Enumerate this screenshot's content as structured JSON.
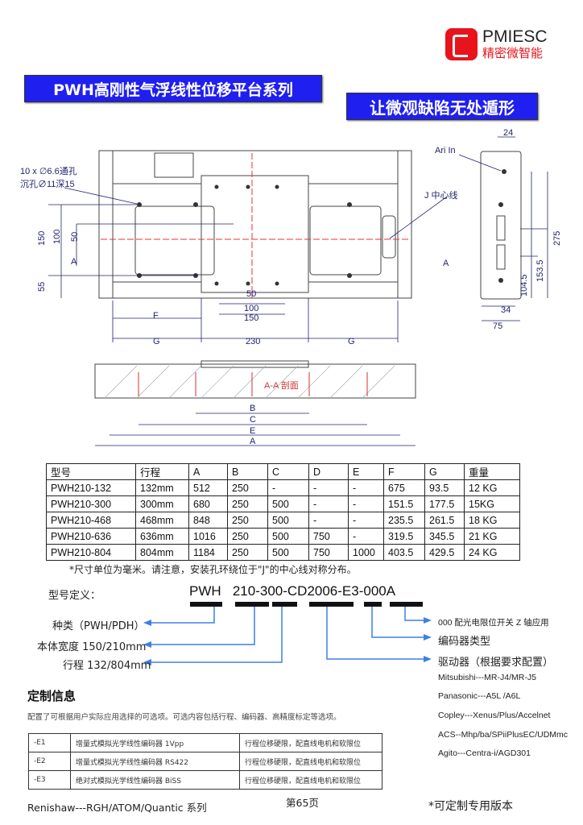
{
  "logo": {
    "brand": "PMIESC",
    "brand_cn": "精密微智能"
  },
  "banners": {
    "title": "PWH高刚性气浮线性位移平台系列",
    "slogan": "让微观缺陷无处遁形"
  },
  "drawing": {
    "hole_note1": "10 x ∅6.6通孔",
    "hole_note2": "沉孔∅11深15",
    "air_in": "Ari  In",
    "center_line": "J 中心线",
    "dims": {
      "d24": "24",
      "d150": "150",
      "d100": "100",
      "d50": "50",
      "dA": "A",
      "d55": "55",
      "c50": "50",
      "c100": "100",
      "c150": "150",
      "F": "F",
      "G1": "G",
      "d230": "230",
      "G2": "G",
      "d275": "275",
      "d153_5": "153.5",
      "d104_5": "104.5",
      "d34": "34",
      "d75": "75",
      "sectionA": "A"
    },
    "section_label": "A-A 剖面",
    "B": "B",
    "C": "C",
    "E": "E",
    "A": "A"
  },
  "spec_table": {
    "headers": [
      "型号",
      "行程",
      "A",
      "B",
      "C",
      "D",
      "E",
      "F",
      "G",
      "重量"
    ],
    "rows": [
      [
        "PWH210-132",
        "132mm",
        "512",
        "250",
        "-",
        "-",
        "-",
        "675",
        "93.5",
        "12 KG"
      ],
      [
        "PWH210-300",
        "300mm",
        "680",
        "250",
        "500",
        "-",
        "-",
        "151.5",
        "177.5",
        "15KG"
      ],
      [
        "PWH210-468",
        "468mm",
        "848",
        "250",
        "500",
        "-",
        "-",
        "235.5",
        "261.5",
        "18 KG"
      ],
      [
        "PWH210-636",
        "636mm",
        "1016",
        "250",
        "500",
        "750",
        "-",
        "319.5",
        "345.5",
        "21 KG"
      ],
      [
        "PWH210-804",
        "804mm",
        "1184",
        "250",
        "500",
        "750",
        "1000",
        "403.5",
        "429.5",
        "24 KG"
      ]
    ],
    "note": "*尺寸单位为毫米。请注意，安装孔环绕位于\"J\"的中心线对称分布。"
  },
  "model_def": {
    "label": "型号定义：",
    "code_a": "PWH",
    "code_b": "210-300-CD2006-E3-000A",
    "left": [
      "种类（PWH/PDH）",
      "本体宽度 150/210mm",
      "行程 132/804mm"
    ],
    "right": [
      "000  配光电限位开关  Z 轴应用",
      "编码器类型",
      "驱动器（根据要求配置）"
    ],
    "drivers": [
      "Mitsubishi---MR-J4/MR-J5",
      "Panasonic---A5L /A6L",
      "Copley---Xenus/Plus/Accelnet",
      "ACS--Mhp/ba/SPiiPlusEC/UDMmc",
      "Agito---Centra-i/AGD301"
    ]
  },
  "custom": {
    "title": "定制信息",
    "desc": "配置了可根据用户实际应用选择的可选项。可选内容包括行程、编码器、高精度标定等选项。",
    "rows": [
      [
        "-E1",
        "增量式模拟光学线性编码器 1Vpp",
        "行程位移硬限，配直线电机和软限位"
      ],
      [
        "-E2",
        "增量式模拟光学线性编码器 RS422",
        "行程位移硬限，配直线电机和软限位"
      ],
      [
        "-E3",
        "绝对式模拟光学线性编码器 BiSS",
        "行程位移硬限，配直线电机和软限位"
      ]
    ]
  },
  "footer": {
    "series": "Renishaw---RGH/ATOM/Quantic  系列",
    "page": "第65页",
    "custom_note": "*可定制专用版本"
  }
}
